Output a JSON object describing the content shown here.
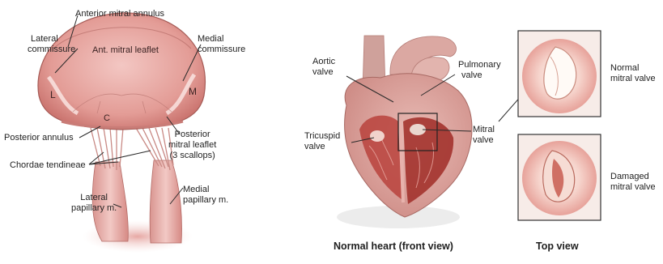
{
  "left_diagram": {
    "labels": {
      "anterior_annulus": "Anterior mitral annulus",
      "lateral_commissure": [
        "Lateral",
        "commissure"
      ],
      "medial_commissure": [
        "Medial",
        "commissure"
      ],
      "ant_leaflet": "Ant. mitral leaflet",
      "l": "L",
      "m": "M",
      "c": "C",
      "posterior_annulus": "Posterior annulus",
      "posterior_leaflet": [
        "Posterior",
        "mitral leaflet",
        "(3 scallops)"
      ],
      "chordae": "Chordae tendineae",
      "lateral_papillary": [
        "Lateral",
        "papillary m."
      ],
      "medial_papillary": [
        "Medial",
        "papillary m."
      ]
    }
  },
  "heart_diagram": {
    "labels": {
      "aortic": [
        "Aortic",
        "valve"
      ],
      "pulmonary": [
        "Pulmonary",
        "valve"
      ],
      "tricuspid": [
        "Tricuspid",
        "valve"
      ],
      "mitral": [
        "Mitral",
        "valve"
      ]
    },
    "caption": "Normal heart (front view)"
  },
  "top_view": {
    "normal": [
      "Normal",
      "mitral valve"
    ],
    "damaged": [
      "Damaged",
      "mitral valve"
    ],
    "caption": "Top view"
  }
}
